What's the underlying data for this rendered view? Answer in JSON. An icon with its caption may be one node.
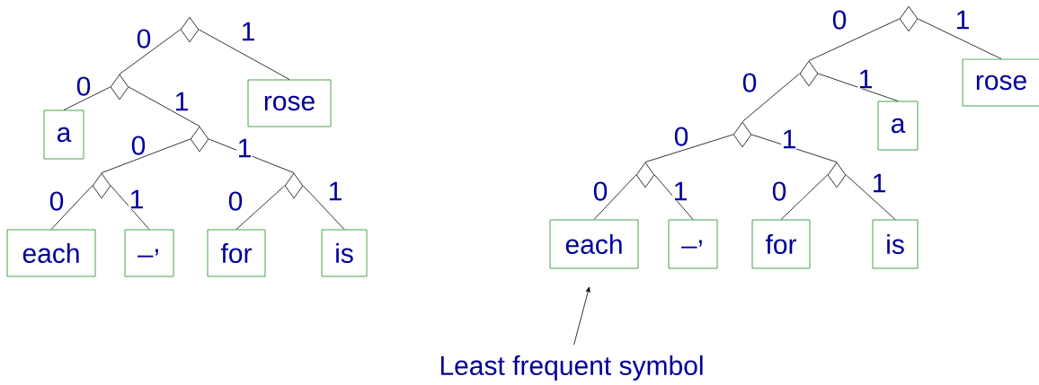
{
  "diagram": {
    "nodes": [
      {
        "text": [],
        "shape": "diamond"
      },
      {
        "text": [],
        "shape": "diamond"
      },
      {
        "text": [
          "rose"
        ]
      },
      {
        "text": [
          "a"
        ]
      },
      {
        "text": [],
        "shape": "diamond"
      },
      {
        "text": [],
        "shape": "diamond"
      },
      {
        "text": [],
        "shape": "diamond"
      },
      {
        "text": [
          "each"
        ]
      },
      {
        "text": [
          "_,"
        ]
      },
      {
        "text": [
          "for"
        ]
      },
      {
        "text": [
          "is"
        ]
      },
      {
        "text": [],
        "shape": "diamond"
      },
      {
        "text": [],
        "shape": "diamond"
      },
      {
        "text": [
          "rose"
        ]
      },
      {
        "text": [],
        "shape": "diamond"
      },
      {
        "text": [
          "a"
        ]
      },
      {
        "text": [],
        "shape": "diamond"
      },
      {
        "text": [],
        "shape": "diamond"
      },
      {
        "text": [
          "each"
        ]
      },
      {
        "text": [
          "_,"
        ]
      },
      {
        "text": [
          "for"
        ]
      },
      {
        "text": [
          "is"
        ]
      },
      {
        "text": [
          "Least frequent symbol"
        ]
      }
    ],
    "edges": [
      {
        "from": 0,
        "to": 1,
        "arrow": "none",
        "label": "0"
      },
      {
        "from": 0,
        "to": 2,
        "arrow": "none",
        "label": "1"
      },
      {
        "from": 1,
        "to": 3,
        "arrow": "none",
        "label": "0"
      },
      {
        "from": 1,
        "to": 4,
        "arrow": "none",
        "label": "1"
      },
      {
        "from": 4,
        "to": 5,
        "arrow": "none",
        "label": "0"
      },
      {
        "from": 4,
        "to": 6,
        "arrow": "none",
        "label": "1"
      },
      {
        "from": 5,
        "to": 7,
        "arrow": "none",
        "label": "0"
      },
      {
        "from": 5,
        "to": 8,
        "arrow": "none",
        "label": "1"
      },
      {
        "from": 6,
        "to": 9,
        "arrow": "none",
        "label": "0"
      },
      {
        "from": 6,
        "to": 10,
        "arrow": "none",
        "label": "1"
      },
      {
        "from": 11,
        "to": 12,
        "arrow": "none",
        "label": "0"
      },
      {
        "from": 11,
        "to": 13,
        "arrow": "none",
        "label": "1"
      },
      {
        "from": 12,
        "to": 14,
        "arrow": "none",
        "label": "0"
      },
      {
        "from": 12,
        "to": 15,
        "arrow": "none",
        "label": "1"
      },
      {
        "from": 14,
        "to": 16,
        "arrow": "none",
        "label": "0"
      },
      {
        "from": 14,
        "to": 17,
        "arrow": "none",
        "label": "1"
      },
      {
        "from": 16,
        "to": 18,
        "arrow": "none",
        "label": "0"
      },
      {
        "from": 16,
        "to": 19,
        "arrow": "none",
        "label": "1"
      },
      {
        "from": 17,
        "to": 20,
        "arrow": "none",
        "label": "0"
      },
      {
        "from": 17,
        "to": 21,
        "arrow": "none",
        "label": "1"
      },
      {
        "from": 22,
        "to": 18,
        "arrow": "to"
      }
    ]
  }
}
